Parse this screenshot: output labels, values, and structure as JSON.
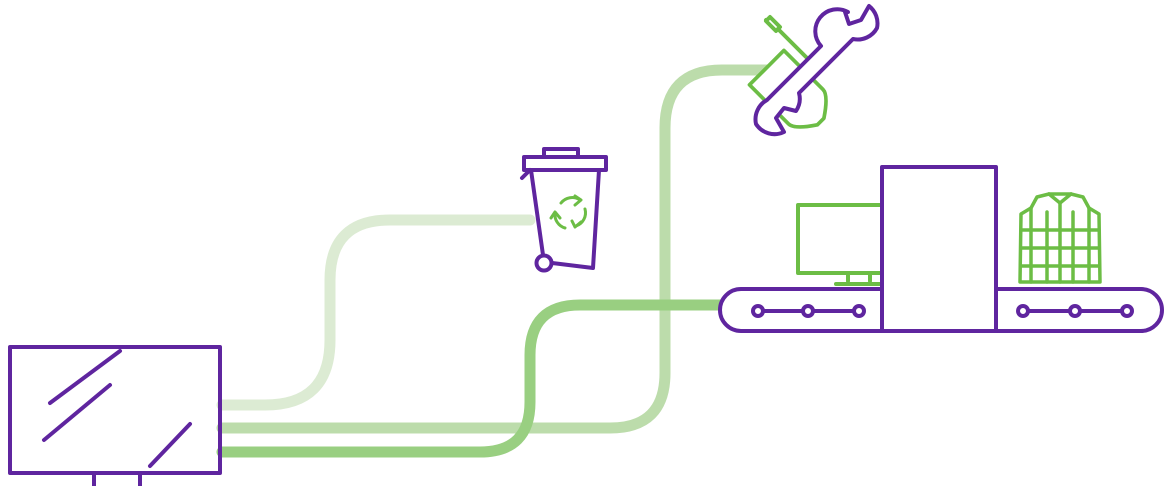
{
  "colors": {
    "purple": "#5f259f",
    "green": "#6cbd45",
    "path_pale": "#dcebd3",
    "path_light": "#bcdcab",
    "path_medium": "#99cf81",
    "background": "#ffffff"
  },
  "icons": {
    "source": "monitor-icon",
    "recycle": "recycling-bin-icon",
    "repair": "wrench-screwdriver-icon",
    "reuse": "conveyor-scanner-icon",
    "conveyor_items": [
      "computer-monitor-icon",
      "jacket-icon"
    ]
  },
  "flows": [
    {
      "name": "monitor-to-recycling",
      "color": "path_pale"
    },
    {
      "name": "monitor-to-repair",
      "color": "path_light"
    },
    {
      "name": "monitor-to-conveyor",
      "color": "path_medium"
    }
  ]
}
